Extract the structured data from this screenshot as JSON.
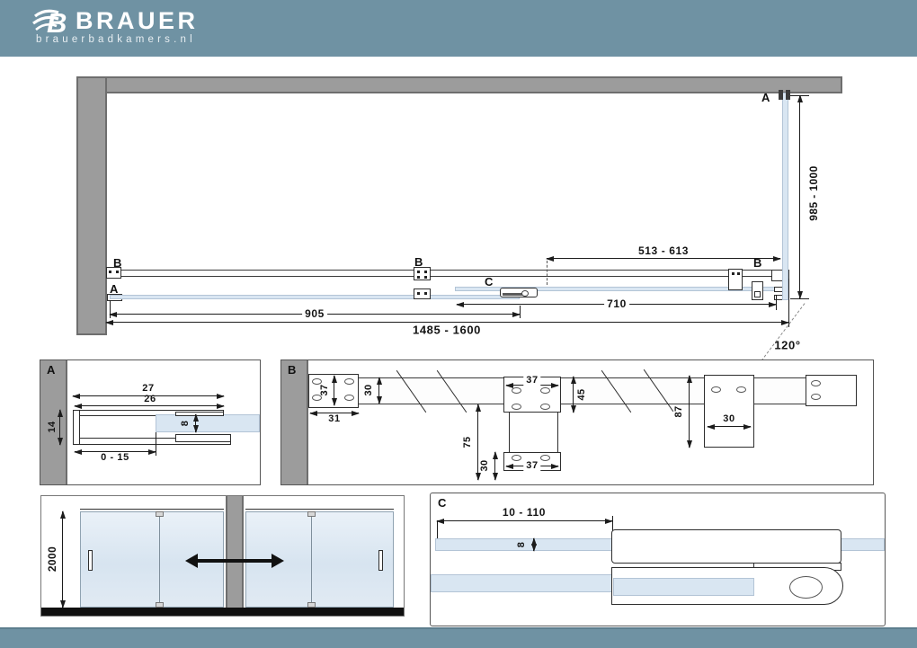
{
  "header": {
    "brand": "BRAUER",
    "domain": "brauerbadkamers.nl",
    "bar_color": "#6f92a3"
  },
  "plan": {
    "label_b_left": "B",
    "label_a_left": "A",
    "label_b_mid": "B",
    "label_c": "C",
    "label_b_right": "B",
    "label_a_top": "A",
    "dim_depth": "985 - 1000",
    "dim_opening": "513 - 613",
    "dim_fixed": "905",
    "dim_door": "710",
    "dim_total": "1485 - 1600",
    "dim_angle": "120°"
  },
  "detail_a": {
    "label": "A",
    "dim_27": "27",
    "dim_26": "26",
    "dim_14": "14",
    "dim_8": "8",
    "dim_adjust": "0 - 15"
  },
  "detail_b": {
    "label": "B",
    "dim_plate_h": "37",
    "dim_plate_w": "31",
    "dim_rail": "30",
    "dim_top_w": "37",
    "dim_top_h": "45",
    "dim_drop": "75",
    "dim_bottom_h": "30",
    "dim_bottom_w": "37",
    "dim_corner_h": "87",
    "dim_corner_w": "30"
  },
  "front": {
    "dim_height": "2000"
  },
  "detail_c": {
    "label": "C",
    "dim_range": "10 - 110",
    "dim_glass": "8"
  }
}
